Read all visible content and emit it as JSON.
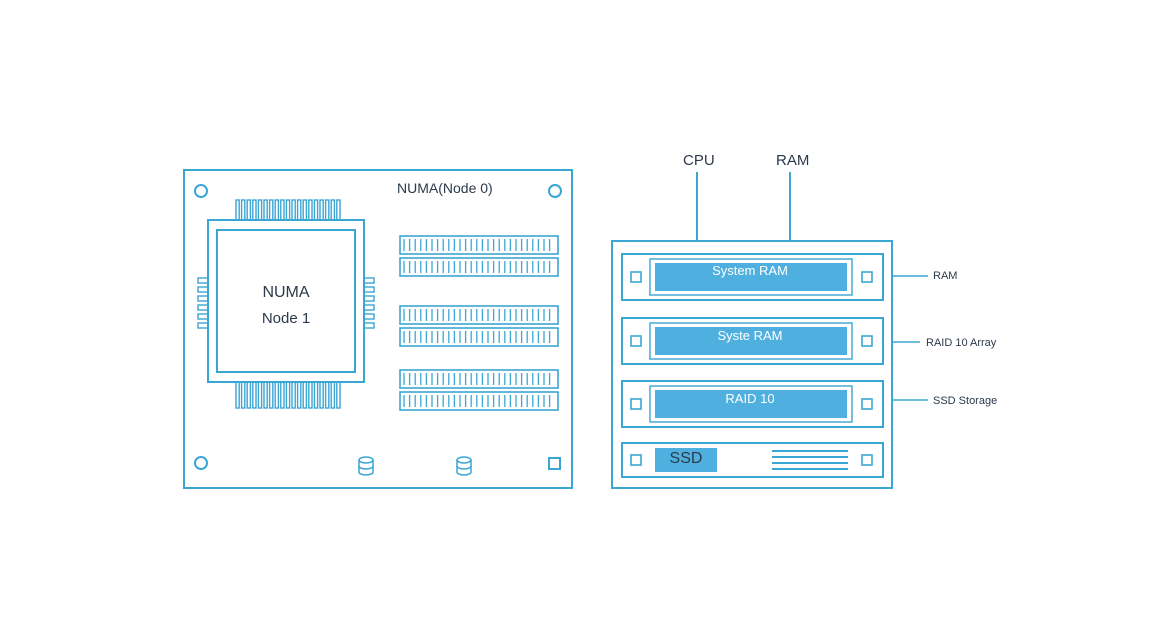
{
  "board": {
    "title": "NUMA(Node 0)",
    "cpu_label_line1": "NUMA",
    "cpu_label_line2": "Node 1",
    "dimm_groups": 3,
    "dimms_per_group": 2
  },
  "server": {
    "top_labels": {
      "cpu": "CPU",
      "ram": "RAM"
    },
    "bays": [
      {
        "label": "System RAM"
      },
      {
        "label": "Syste RAM"
      },
      {
        "label": "RAID 10"
      },
      {
        "label": "SSD"
      }
    ],
    "side_labels": [
      "RAM",
      "RAID 10 Array",
      "SSD Storage"
    ]
  },
  "colors": {
    "stroke": "#3aa6d4",
    "fill": "#4fb0e0",
    "text": "#2b3a4a"
  }
}
